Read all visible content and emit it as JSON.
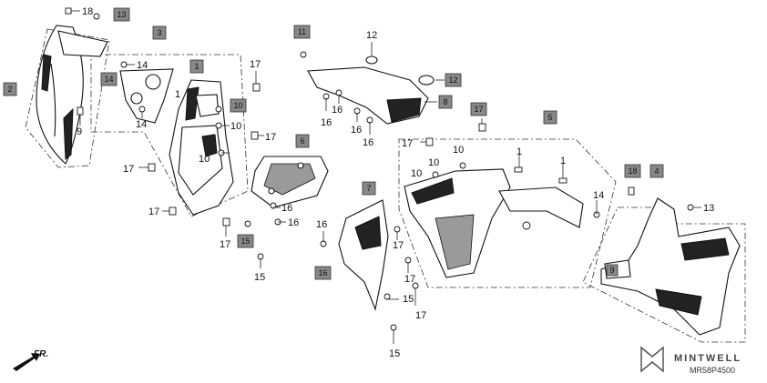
{
  "diagram": {
    "code": "MR58P4500",
    "direction_label": "FR.",
    "watermark": "MINTWELL",
    "callouts_boxed": [
      {
        "id": "c-2",
        "label": "2"
      },
      {
        "id": "c-3",
        "label": "3"
      },
      {
        "id": "c-13a",
        "label": "13"
      },
      {
        "id": "c-1a",
        "label": "1"
      },
      {
        "id": "c-14a",
        "label": "14"
      },
      {
        "id": "c-10a",
        "label": "10"
      },
      {
        "id": "c-11",
        "label": "11"
      },
      {
        "id": "c-12b",
        "label": "12"
      },
      {
        "id": "c-8",
        "label": "8"
      },
      {
        "id": "c-6",
        "label": "6"
      },
      {
        "id": "c-7",
        "label": "7"
      },
      {
        "id": "c-15a",
        "label": "15"
      },
      {
        "id": "c-16c",
        "label": "16"
      },
      {
        "id": "c-5",
        "label": "5"
      },
      {
        "id": "c-17a",
        "label": "17"
      },
      {
        "id": "c-18b",
        "label": "18"
      },
      {
        "id": "c-4",
        "label": "4"
      },
      {
        "id": "c-9b",
        "label": "9"
      }
    ],
    "callouts_plain": [
      {
        "id": "p-18",
        "label": "18"
      },
      {
        "id": "p-14a",
        "label": "14"
      },
      {
        "id": "p-1a",
        "label": "1"
      },
      {
        "id": "p-9",
        "label": "9"
      },
      {
        "id": "p-14b",
        "label": "14"
      },
      {
        "id": "p-10a",
        "label": "10"
      },
      {
        "id": "p-10b",
        "label": "10"
      },
      {
        "id": "p-17a",
        "label": "17"
      },
      {
        "id": "p-17b",
        "label": "17"
      },
      {
        "id": "p-17c",
        "label": "17"
      },
      {
        "id": "p-17d",
        "label": "17"
      },
      {
        "id": "p-17e",
        "label": "17"
      },
      {
        "id": "p-12a",
        "label": "12"
      },
      {
        "id": "p-16a",
        "label": "16"
      },
      {
        "id": "p-16b",
        "label": "16"
      },
      {
        "id": "p-16d",
        "label": "16"
      },
      {
        "id": "p-16e",
        "label": "16"
      },
      {
        "id": "p-16f",
        "label": "16"
      },
      {
        "id": "p-16g",
        "label": "16"
      },
      {
        "id": "p-16h",
        "label": "16"
      },
      {
        "id": "p-15b",
        "label": "15"
      },
      {
        "id": "p-15c",
        "label": "15"
      },
      {
        "id": "p-15d",
        "label": "15"
      },
      {
        "id": "p-17f",
        "label": "17"
      },
      {
        "id": "p-10c",
        "label": "10"
      },
      {
        "id": "p-10d",
        "label": "10"
      },
      {
        "id": "p-10e",
        "label": "10"
      },
      {
        "id": "p-1b",
        "label": "1"
      },
      {
        "id": "p-1c",
        "label": "1"
      },
      {
        "id": "p-14c",
        "label": "14"
      },
      {
        "id": "p-17g",
        "label": "17"
      },
      {
        "id": "p-17h",
        "label": "17"
      },
      {
        "id": "p-13b",
        "label": "13"
      }
    ]
  }
}
